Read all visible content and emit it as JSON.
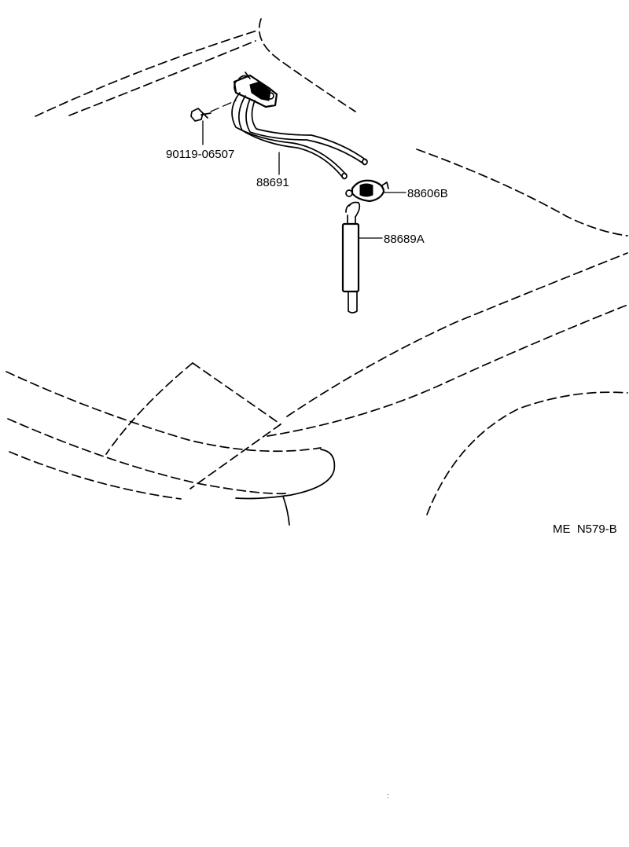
{
  "parts": [
    {
      "id": "bolt",
      "number": "90119-06507"
    },
    {
      "id": "washer-hose",
      "number": "88691"
    },
    {
      "id": "check-valve",
      "number": "88606B"
    },
    {
      "id": "hose-tube",
      "number": "88689A"
    }
  ],
  "drawing_code": "ME  N579-B",
  "footer_mark": ":"
}
